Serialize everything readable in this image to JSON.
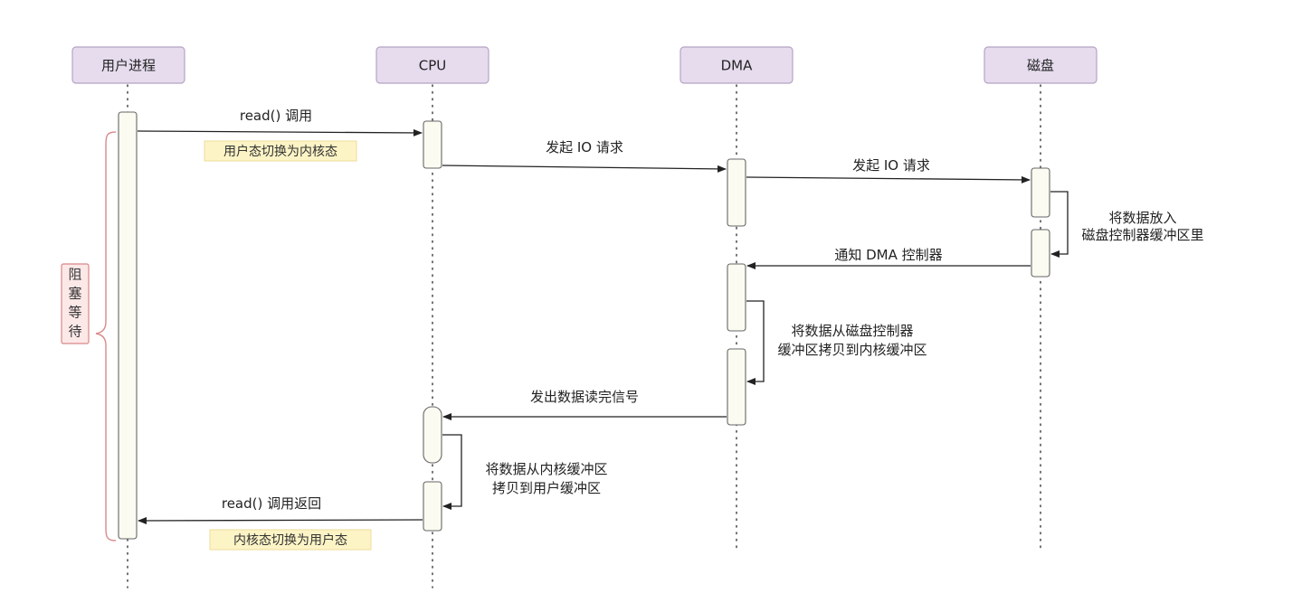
{
  "actors": [
    {
      "id": "user",
      "label": "用户进程"
    },
    {
      "id": "cpu",
      "label": "CPU"
    },
    {
      "id": "dma",
      "label": "DMA"
    },
    {
      "id": "disk",
      "label": "磁盘"
    }
  ],
  "messages": [
    {
      "id": "read-call",
      "label": "read() 调用"
    },
    {
      "id": "cpu-io-request",
      "label": "发起 IO 请求"
    },
    {
      "id": "dma-io-request",
      "label": "发起 IO 请求"
    },
    {
      "id": "disk-to-buffer",
      "label": [
        "将数据放入",
        "磁盘控制器缓冲区里"
      ]
    },
    {
      "id": "notify-dma",
      "label": "通知 DMA 控制器"
    },
    {
      "id": "dma-copy",
      "label": [
        "将数据从磁盘控制器",
        "缓冲区拷贝到内核缓冲区"
      ]
    },
    {
      "id": "read-complete",
      "label": "发出数据读完信号"
    },
    {
      "id": "cpu-copy",
      "label": [
        "将数据从内核缓冲区",
        "拷贝到用户缓冲区"
      ]
    },
    {
      "id": "read-return",
      "label": "read() 调用返回"
    }
  ],
  "notes": [
    {
      "id": "to-kernel",
      "label": "用户态切换为内核态"
    },
    {
      "id": "to-user",
      "label": "内核态切换为用户态"
    }
  ],
  "blocking": {
    "label": [
      "阻",
      "塞",
      "等",
      "待"
    ]
  },
  "colors": {
    "actor_fill": "#e6dcee",
    "note_fill": "#fdf4c6",
    "block_fill": "#fde8e8",
    "activation_fill": "#fbfbf1"
  }
}
